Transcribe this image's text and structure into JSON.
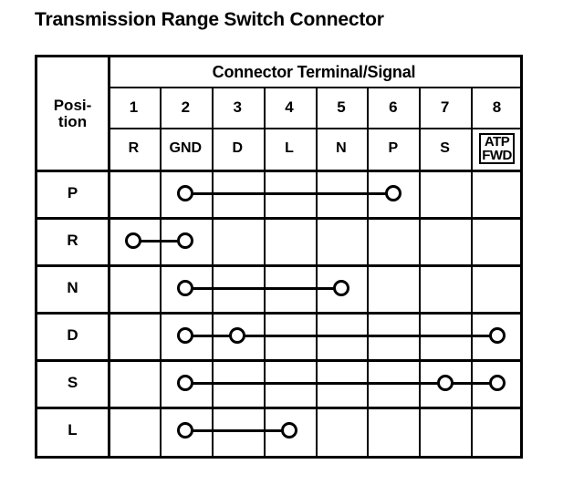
{
  "page": {
    "title": "Transmission Range Switch Connector"
  },
  "table": {
    "position_header": [
      "Posi-",
      "tion"
    ],
    "banner": "Connector Terminal/Signal",
    "terminal_numbers": [
      "1",
      "2",
      "3",
      "4",
      "5",
      "6",
      "7",
      "8"
    ],
    "signal_names": [
      "R",
      "GND",
      "D",
      "L",
      "N",
      "P",
      "S",
      "ATP FWD"
    ],
    "signal_name_8_line1": "ATP",
    "signal_name_8_line2": "FWD",
    "positions": [
      "P",
      "R",
      "N",
      "D",
      "S",
      "L"
    ],
    "continuity": [
      {
        "position": "P",
        "terminals": [
          2,
          6
        ]
      },
      {
        "position": "R",
        "terminals": [
          1,
          2
        ]
      },
      {
        "position": "N",
        "terminals": [
          2,
          5
        ]
      },
      {
        "position": "D",
        "terminals": [
          2,
          3,
          8
        ]
      },
      {
        "position": "S",
        "terminals": [
          2,
          7,
          8
        ]
      },
      {
        "position": "L",
        "terminals": [
          2,
          4
        ]
      }
    ]
  },
  "colors": {
    "ink": "#000000",
    "paper": "#ffffff"
  }
}
